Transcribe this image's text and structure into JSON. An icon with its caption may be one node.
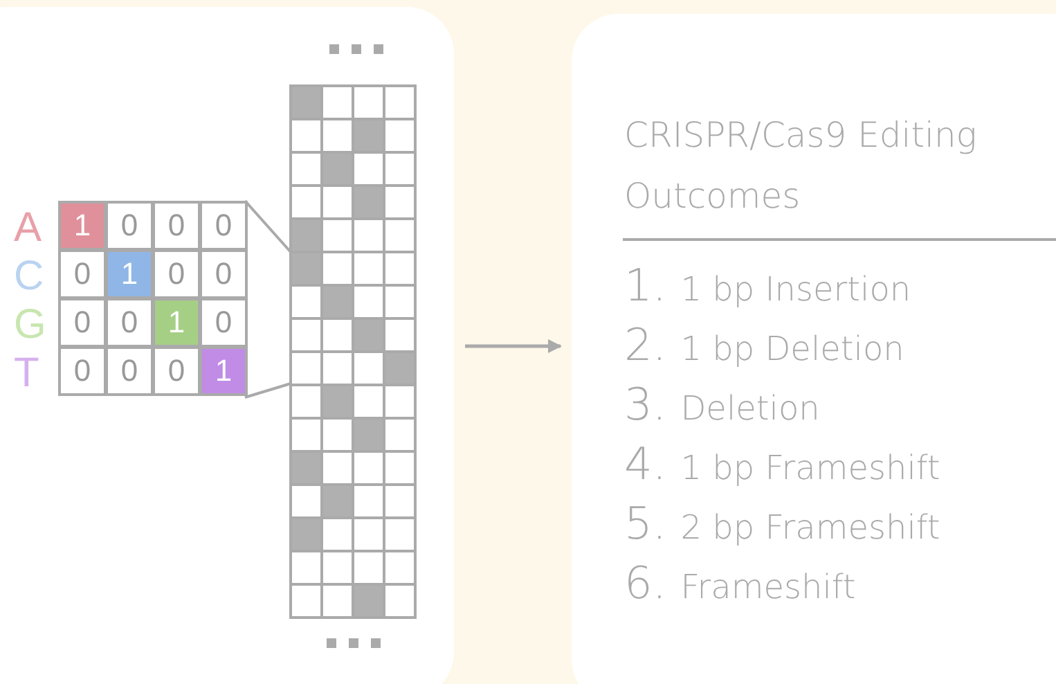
{
  "diagram": {
    "nodes": [
      {
        "text": [],
        "shape": "box"
      },
      {
        "text": [
          "CRISPR/Cas9 Editing Outcomes",
          "1. 1 bp Insertion",
          "2. 1 bp Deletion",
          "3. Deletion",
          "4. 1 bp Frameshift",
          "5. 2 bp Frameshift",
          "6. Frameshift"
        ]
      }
    ],
    "edges": [
      {
        "from": 0,
        "to": 1,
        "arrow": "to"
      }
    ],
    "labels": [
      "A",
      "1",
      "0",
      "0",
      "0",
      "C",
      "0",
      "1",
      "0",
      "0",
      "G",
      "0",
      "0",
      "1",
      "0",
      "T",
      "0",
      "0",
      "0",
      "1"
    ]
  }
}
